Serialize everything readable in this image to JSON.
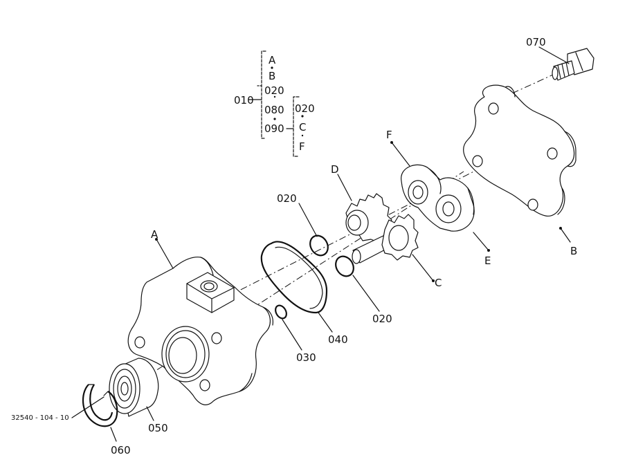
{
  "drawing_id": "32540 - 104 - 10",
  "colors": {
    "line": "#111111",
    "background": "#ffffff"
  },
  "callouts": {
    "A": "A",
    "B": "B",
    "C": "C",
    "D": "D",
    "E": "E",
    "F": "F",
    "p020a": "020",
    "p020b": "020",
    "p030": "030",
    "p040": "040",
    "p050": "050",
    "p060": "060",
    "p070": "070"
  },
  "assembly_key": {
    "root": "010",
    "main": [
      "A",
      "B",
      "020",
      "080",
      "090"
    ],
    "sub": [
      "020",
      "C",
      "F"
    ]
  }
}
